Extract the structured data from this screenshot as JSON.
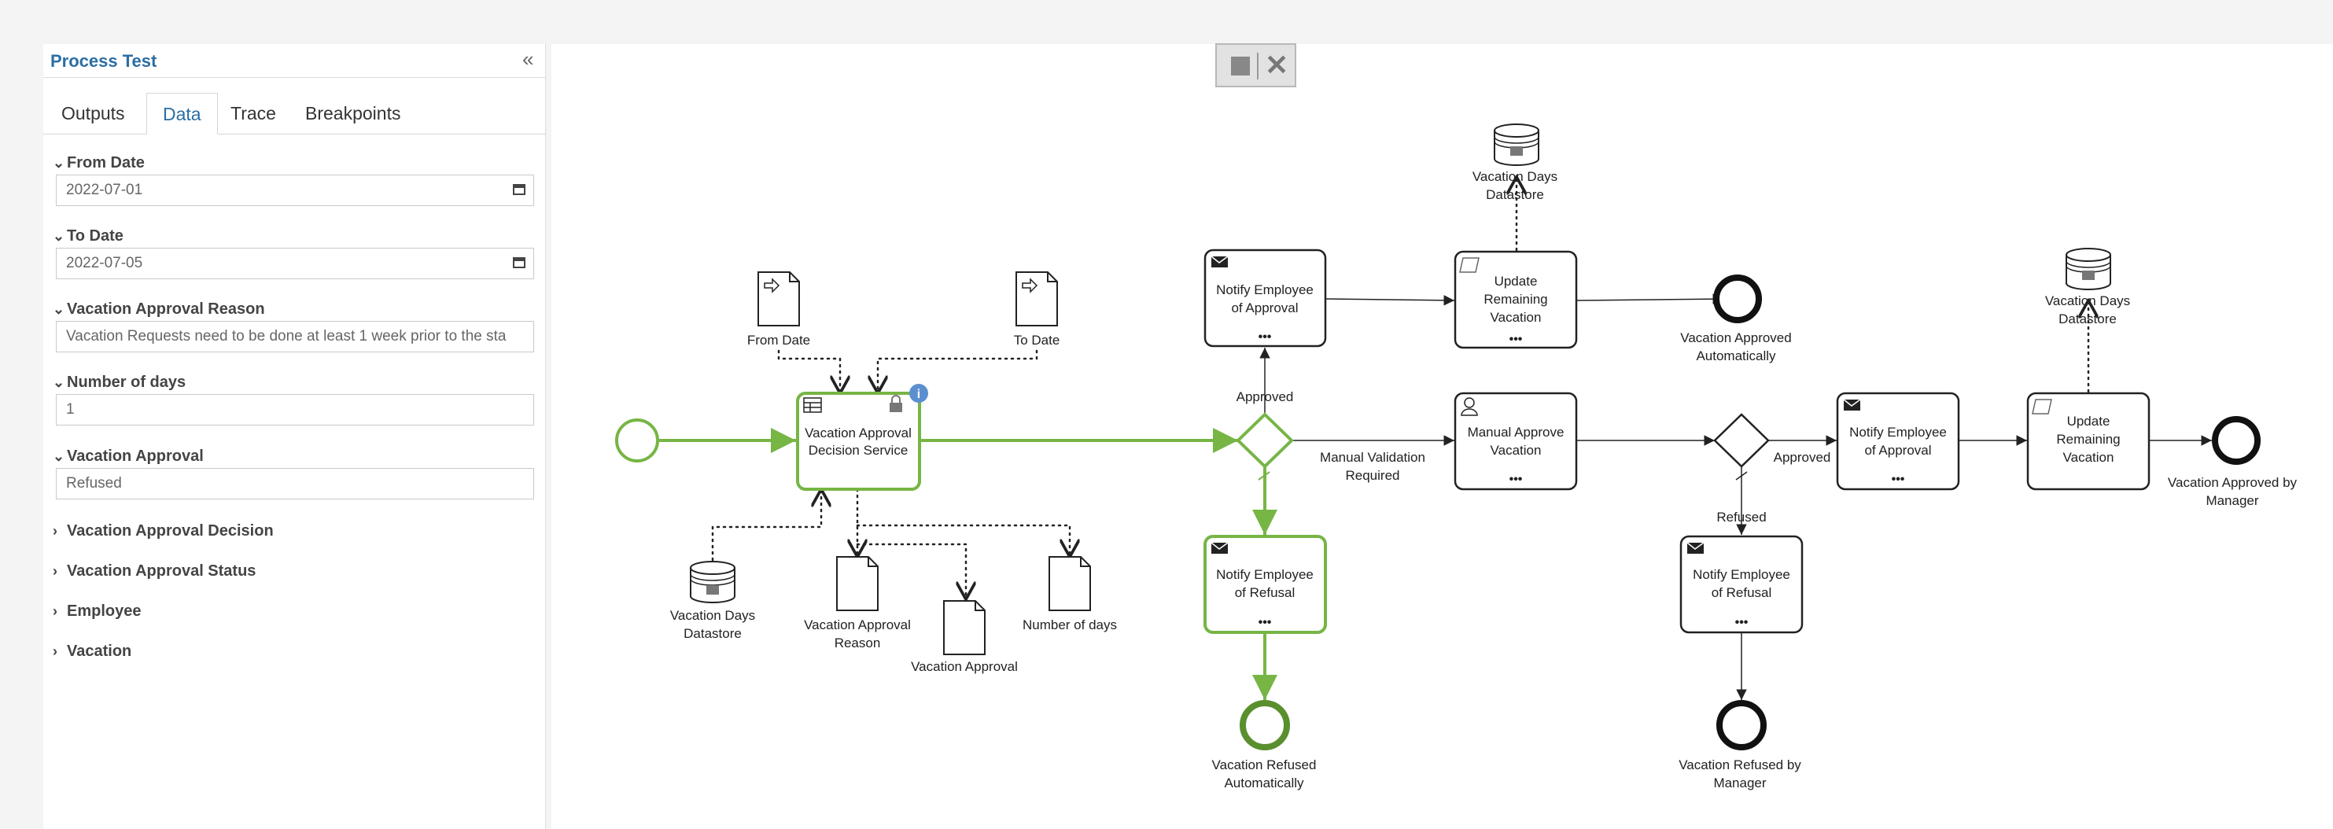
{
  "panel": {
    "title": "Process Test",
    "collapse_glyph": "«",
    "tabs": [
      {
        "label": "Outputs",
        "active": false
      },
      {
        "label": "Data",
        "active": true
      },
      {
        "label": "Trace",
        "active": false
      },
      {
        "label": "Breakpoints",
        "active": false
      }
    ],
    "fields": {
      "from_date": {
        "label": "From Date",
        "value": "2022-07-01"
      },
      "to_date": {
        "label": "To Date",
        "value": "2022-07-05"
      },
      "reason": {
        "label": "Vacation Approval Reason",
        "value": "Vacation Requests need to be done at least 1 week prior to the sta"
      },
      "days": {
        "label": "Number of days",
        "value": "1"
      },
      "approval": {
        "label": "Vacation Approval",
        "value": "Refused"
      }
    },
    "collapsed_sections": [
      "Vacation Approval Decision",
      "Vacation Approval Status",
      "Employee",
      "Vacation"
    ]
  },
  "toolbar": {
    "stop_icon": "stop-square-icon",
    "close_icon": "close-icon"
  },
  "diagram": {
    "data_objects": {
      "from_date": "From Date",
      "to_date": "To Date",
      "approval_reason": [
        "Vacation Approval",
        "Reason"
      ],
      "approval": "Vacation Approval",
      "number_of_days": "Number of days"
    },
    "datastores": {
      "left": [
        "Vacation Days",
        "Datastore"
      ],
      "top": [
        "Vacation Days",
        "Datastore"
      ],
      "right": [
        "Vacation Days",
        "Datastore"
      ]
    },
    "tasks": {
      "decision_service": [
        "Vacation Approval",
        "Decision Service"
      ],
      "notify_approval_top": [
        "Notify Employee",
        "of Approval"
      ],
      "update_remaining_top": [
        "Update",
        "Remaining",
        "Vacation"
      ],
      "manual_approve": [
        "Manual Approve",
        "Vacation"
      ],
      "notify_refusal_auto": [
        "Notify Employee",
        "of Refusal"
      ],
      "notify_approval_right": [
        "Notify Employee",
        "of Approval"
      ],
      "update_remaining_right": [
        "Update",
        "Remaining",
        "Vacation"
      ],
      "notify_refusal_manager": [
        "Notify Employee",
        "of Refusal"
      ]
    },
    "flow_labels": {
      "approved_top": "Approved",
      "manual_validation": [
        "Manual Validation",
        "Required"
      ],
      "approved_right": "Approved",
      "refused": "Refused"
    },
    "end_events": {
      "approved_auto": [
        "Vacation Approved",
        "Automatically"
      ],
      "refused_auto": [
        "Vacation Refused",
        "Automatically"
      ],
      "approved_manager": [
        "Vacation Approved by",
        "Manager"
      ],
      "refused_manager": [
        "Vacation Refused by",
        "Manager"
      ]
    },
    "marker_ellipsis": "•••",
    "colors": {
      "active": "#77b545",
      "active_end": "#5a8f2e",
      "info_badge": "#5b8fd0"
    }
  }
}
